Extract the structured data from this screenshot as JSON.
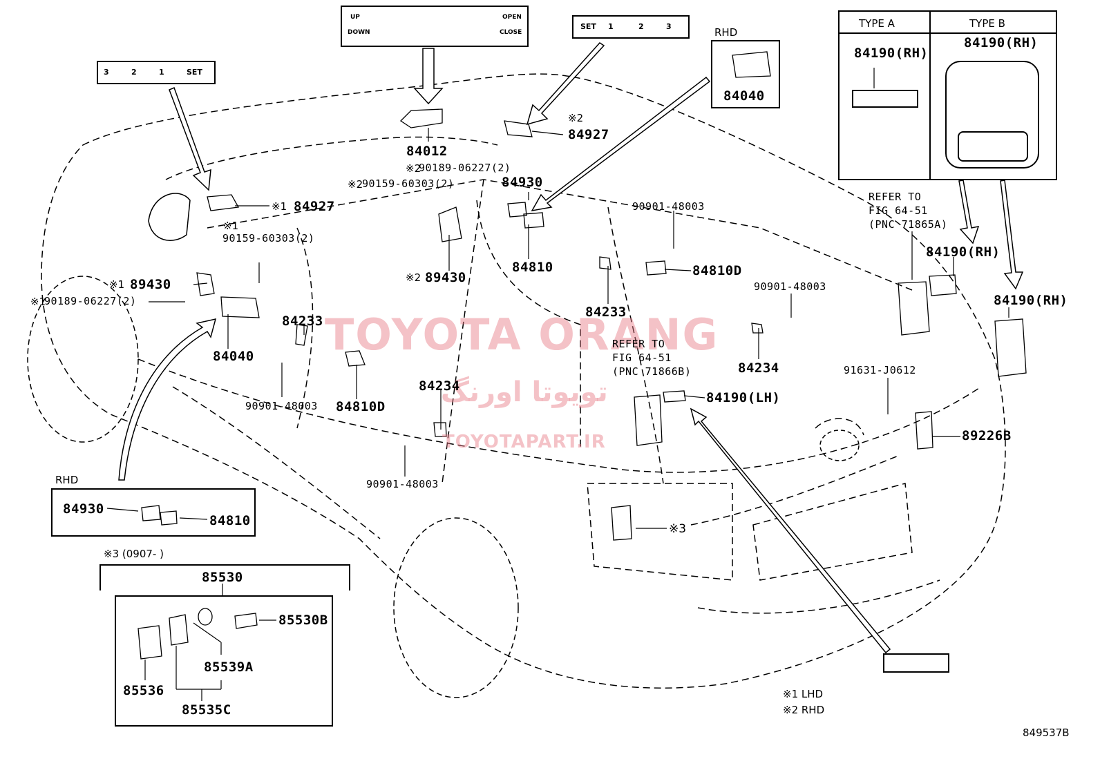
{
  "watermark": {
    "main": "TOYOTA ORANG",
    "farsi": "تویوتا اورنگ",
    "site": "TOYOTAPART.IR"
  },
  "parts": {
    "p84012": "84012",
    "p84927a": "84927",
    "p84927b": "84927",
    "p90189a": "90189-06227(2)",
    "p90189b": "90189-06227(2)",
    "p90159a": "90159-60303(2)",
    "p90159b": "90159-60303(2)",
    "p84930": "84930",
    "p84810": "84810",
    "p89430a": "89430",
    "p89430b": "89430",
    "p84040a": "84040",
    "p84040b": "84040",
    "p84233a": "84233",
    "p84233b": "84233",
    "p90901a": "90901-48003",
    "p90901b": "90901-48003",
    "p90901c": "90901-48003",
    "p90901d": "90901-48003",
    "p84810da": "84810D",
    "p84810db": "84810D",
    "p84234a": "84234",
    "p84234b": "84234",
    "p84190lh": "84190(LH)",
    "p84190rh1": "84190(RH)",
    "p84190rh2": "84190(RH)",
    "p84190rh3": "84190(RH)",
    "p84190rh4": "84190(RH)",
    "p91631": "91631-J0612",
    "p89226b": "89226B",
    "rhd84930": "84930",
    "rhd84810": "84810",
    "p85530": "85530",
    "p85530b": "85530B",
    "p85539a": "85539A",
    "p85536": "85536",
    "p85535c": "85535C"
  },
  "marks": {
    "m1": "※1",
    "m2": "※2",
    "m3": "※3"
  },
  "refer": {
    "a1": "REFER TO",
    "a2": "FIG 64-51",
    "a3": "(PNC 71865A)",
    "b1": "REFER TO",
    "b2": "FIG 64-51",
    "b3": "(PNC 71866B)"
  },
  "types": {
    "a": "TYPE A",
    "b": "TYPE B"
  },
  "rhd": "RHD",
  "range3": "※3 (0907-      )",
  "legend": {
    "l1": "※1  LHD",
    "l2": "※2  RHD"
  },
  "switches": {
    "set": "SET",
    "s1": "1",
    "s2": "2",
    "s3": "3",
    "up": "UP",
    "down": "DOWN",
    "open": "OPEN",
    "close": "CLOSE"
  },
  "code": "849537B"
}
